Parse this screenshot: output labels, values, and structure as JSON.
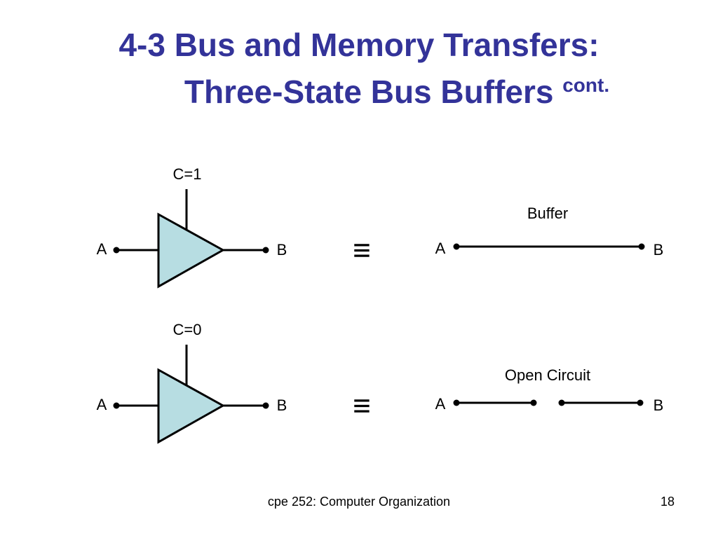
{
  "slide": {
    "title_line1": "4-3 Bus and Memory Transfers:",
    "title_line2": "Three-State Bus Buffers",
    "title_suffix": "cont.",
    "footer": "cpe 252: Computer Organization",
    "page_number": "18"
  },
  "colors": {
    "title": "#333399",
    "buffer_fill": "#b7dde2",
    "stroke": "#000000"
  },
  "diagram": {
    "top": {
      "control_label": "C=1",
      "input_label": "A",
      "output_label": "B",
      "equivalence_symbol": "≡",
      "result_title": "Buffer",
      "result_input_label": "A",
      "result_output_label": "B"
    },
    "bottom": {
      "control_label": "C=0",
      "input_label": "A",
      "output_label": "B",
      "equivalence_symbol": "≡",
      "result_title": "Open Circuit",
      "result_input_label": "A",
      "result_output_label": "B"
    }
  }
}
